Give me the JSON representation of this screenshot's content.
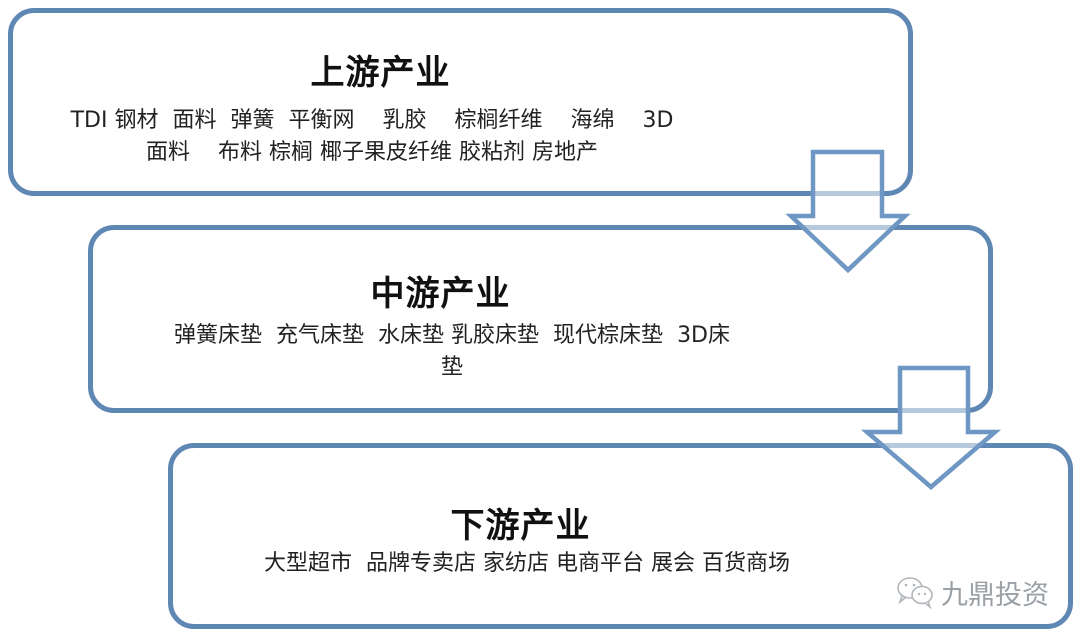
{
  "diagram": {
    "type": "vertical-flow",
    "colors": {
      "border": "#5f87b3",
      "arrow": "#6f97c3",
      "text": "#222222",
      "watermark": "#9aa0a6"
    },
    "stages": [
      {
        "title": "上游产业",
        "line1": [
          "TDI",
          "钢材",
          "面料",
          "弹簧",
          "平衡网",
          "乳胶",
          "棕榈纤维",
          "海绵",
          "3D"
        ],
        "line2": [
          "面料",
          "布料",
          "棕榈",
          "椰子果皮纤维",
          "胶粘剂",
          "房地产"
        ]
      },
      {
        "title": "中游产业",
        "line1": [
          "弹簧床垫",
          "充气床垫",
          "水床垫",
          "乳胶床垫",
          "现代棕床垫",
          "3D床"
        ],
        "line2": [
          "垫"
        ]
      },
      {
        "title": "下游产业",
        "line1": [
          "大型超市",
          "品牌专卖店",
          "家纺店",
          "电商平台",
          "展会",
          "百货商场"
        ]
      }
    ],
    "arrows": [
      {
        "from": "上游产业",
        "to": "中游产业",
        "direction": "down"
      },
      {
        "from": "中游产业",
        "to": "下游产业",
        "direction": "down"
      }
    ]
  },
  "watermark": {
    "icon": "wechat-icon",
    "text": "九鼎投资"
  }
}
